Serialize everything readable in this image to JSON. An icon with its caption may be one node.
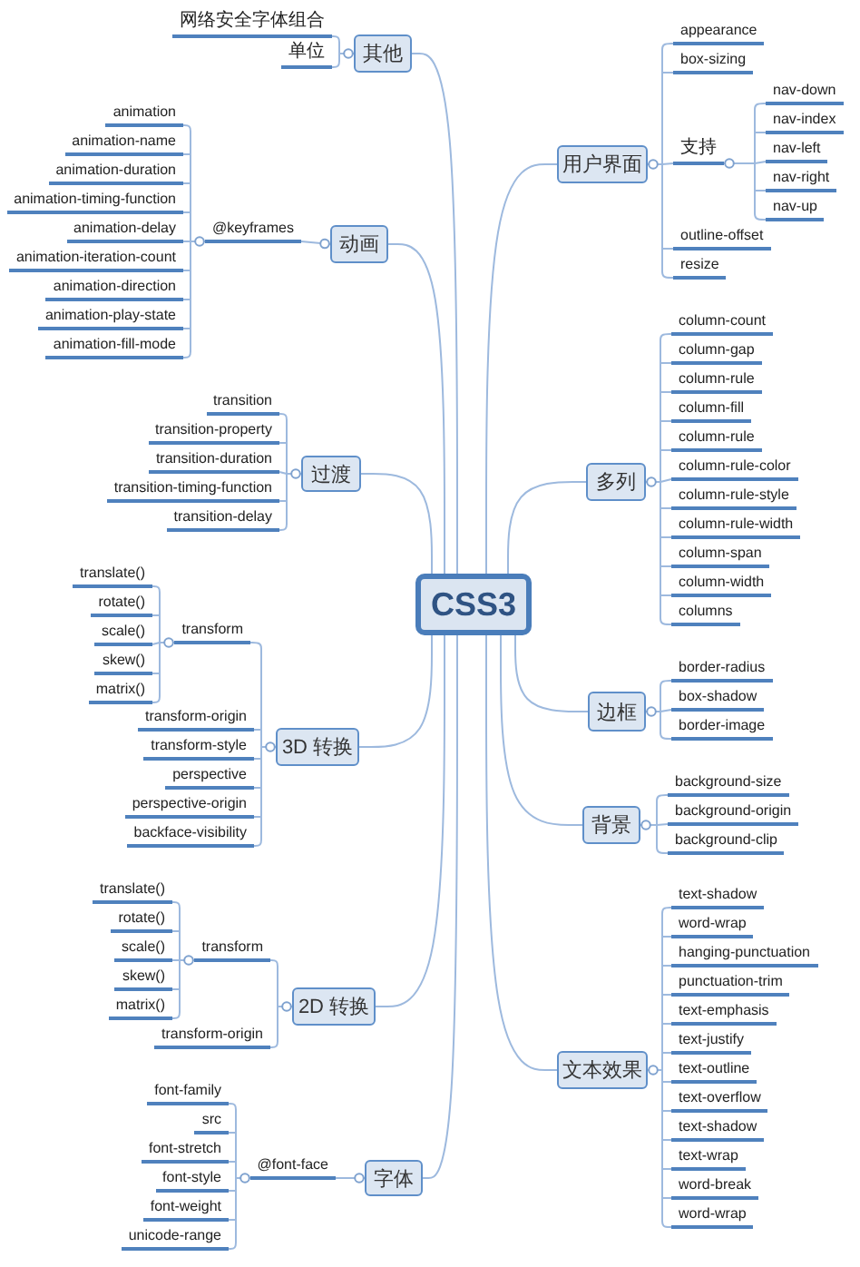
{
  "diagram": {
    "nodes": [
      {
        "text": [
          "CSS3"
        ]
      },
      {
        "text": [
          "用户界面"
        ]
      },
      {
        "text": [
          "appearance"
        ]
      },
      {
        "text": [
          "box-sizing"
        ]
      },
      {
        "text": [
          "支持"
        ]
      },
      {
        "text": [
          "nav-down"
        ]
      },
      {
        "text": [
          "nav-index"
        ]
      },
      {
        "text": [
          "nav-left"
        ]
      },
      {
        "text": [
          "nav-right"
        ]
      },
      {
        "text": [
          "nav-up"
        ]
      },
      {
        "text": [
          "outline-offset"
        ]
      },
      {
        "text": [
          "resize"
        ]
      },
      {
        "text": [
          "多列"
        ]
      },
      {
        "text": [
          "column-count"
        ]
      },
      {
        "text": [
          "column-gap"
        ]
      },
      {
        "text": [
          "column-rule"
        ]
      },
      {
        "text": [
          "column-fill"
        ]
      },
      {
        "text": [
          "column-rule"
        ]
      },
      {
        "text": [
          "column-rule-color"
        ]
      },
      {
        "text": [
          "column-rule-style"
        ]
      },
      {
        "text": [
          "column-rule-width"
        ]
      },
      {
        "text": [
          "column-span"
        ]
      },
      {
        "text": [
          "column-width"
        ]
      },
      {
        "text": [
          "columns"
        ]
      },
      {
        "text": [
          "边框"
        ]
      },
      {
        "text": [
          "border-radius"
        ]
      },
      {
        "text": [
          "box-shadow"
        ]
      },
      {
        "text": [
          "border-image"
        ]
      },
      {
        "text": [
          "背景"
        ]
      },
      {
        "text": [
          "background-size"
        ]
      },
      {
        "text": [
          "background-origin"
        ]
      },
      {
        "text": [
          "background-clip"
        ]
      },
      {
        "text": [
          "文本效果"
        ]
      },
      {
        "text": [
          "text-shadow"
        ]
      },
      {
        "text": [
          "word-wrap"
        ]
      },
      {
        "text": [
          "hanging-punctuation"
        ]
      },
      {
        "text": [
          "punctuation-trim"
        ]
      },
      {
        "text": [
          "text-emphasis"
        ]
      },
      {
        "text": [
          "text-justify"
        ]
      },
      {
        "text": [
          "text-outline"
        ]
      },
      {
        "text": [
          "text-overflow"
        ]
      },
      {
        "text": [
          "text-shadow"
        ]
      },
      {
        "text": [
          "text-wrap"
        ]
      },
      {
        "text": [
          "word-break"
        ]
      },
      {
        "text": [
          "word-wrap"
        ]
      },
      {
        "text": [
          "其他"
        ]
      },
      {
        "text": [
          "网络安全字体组合"
        ]
      },
      {
        "text": [
          "单位"
        ]
      },
      {
        "text": [
          "动画"
        ]
      },
      {
        "text": [
          "@keyframes"
        ]
      },
      {
        "text": [
          "animation"
        ]
      },
      {
        "text": [
          "animation-name"
        ]
      },
      {
        "text": [
          "animation-duration"
        ]
      },
      {
        "text": [
          "animation-timing-function"
        ]
      },
      {
        "text": [
          "animation-delay"
        ]
      },
      {
        "text": [
          "animation-iteration-count"
        ]
      },
      {
        "text": [
          "animation-direction"
        ]
      },
      {
        "text": [
          "animation-play-state"
        ]
      },
      {
        "text": [
          "animation-fill-mode"
        ]
      },
      {
        "text": [
          "过渡"
        ]
      },
      {
        "text": [
          "transition"
        ]
      },
      {
        "text": [
          "transition-property"
        ]
      },
      {
        "text": [
          "transition-duration"
        ]
      },
      {
        "text": [
          "transition-timing-function"
        ]
      },
      {
        "text": [
          "transition-delay"
        ]
      },
      {
        "text": [
          "3D 转换"
        ]
      },
      {
        "text": [
          "transform"
        ]
      },
      {
        "text": [
          "translate()"
        ]
      },
      {
        "text": [
          "rotate()"
        ]
      },
      {
        "text": [
          "scale()"
        ]
      },
      {
        "text": [
          "skew()"
        ]
      },
      {
        "text": [
          "matrix()"
        ]
      },
      {
        "text": [
          "transform-origin"
        ]
      },
      {
        "text": [
          "transform-style"
        ]
      },
      {
        "text": [
          "perspective"
        ]
      },
      {
        "text": [
          "perspective-origin"
        ]
      },
      {
        "text": [
          "backface-visibility"
        ]
      },
      {
        "text": [
          "2D 转换"
        ]
      },
      {
        "text": [
          "transform"
        ]
      },
      {
        "text": [
          "translate()"
        ]
      },
      {
        "text": [
          "rotate()"
        ]
      },
      {
        "text": [
          "scale()"
        ]
      },
      {
        "text": [
          "skew()"
        ]
      },
      {
        "text": [
          "matrix()"
        ]
      },
      {
        "text": [
          "transform-origin"
        ]
      },
      {
        "text": [
          "字体"
        ]
      },
      {
        "text": [
          "@font-face"
        ]
      },
      {
        "text": [
          "font-family"
        ]
      },
      {
        "text": [
          "src"
        ]
      },
      {
        "text": [
          "font-stretch"
        ]
      },
      {
        "text": [
          "font-style"
        ]
      },
      {
        "text": [
          "font-weight"
        ]
      },
      {
        "text": [
          "unicode-range"
        ]
      }
    ],
    "edges": [
      {
        "from": 0,
        "to": 1,
        "arrow": "none"
      },
      {
        "from": 1,
        "to": 2,
        "arrow": "other"
      },
      {
        "from": 1,
        "to": 3,
        "arrow": "other"
      },
      {
        "from": 1,
        "to": 4,
        "arrow": "other"
      },
      {
        "from": 4,
        "to": 5,
        "arrow": "other"
      },
      {
        "from": 4,
        "to": 6,
        "arrow": "other"
      },
      {
        "from": 4,
        "to": 7,
        "arrow": "other"
      },
      {
        "from": 4,
        "to": 8,
        "arrow": "other"
      },
      {
        "from": 4,
        "to": 9,
        "arrow": "other"
      },
      {
        "from": 1,
        "to": 10,
        "arrow": "other"
      },
      {
        "from": 1,
        "to": 11,
        "arrow": "other"
      },
      {
        "from": 0,
        "to": 12,
        "arrow": "none"
      },
      {
        "from": 12,
        "to": 13,
        "arrow": "other"
      },
      {
        "from": 12,
        "to": 14,
        "arrow": "other"
      },
      {
        "from": 12,
        "to": 15,
        "arrow": "other"
      },
      {
        "from": 12,
        "to": 16,
        "arrow": "other"
      },
      {
        "from": 12,
        "to": 17,
        "arrow": "other"
      },
      {
        "from": 12,
        "to": 18,
        "arrow": "other"
      },
      {
        "from": 12,
        "to": 19,
        "arrow": "other"
      },
      {
        "from": 12,
        "to": 20,
        "arrow": "other"
      },
      {
        "from": 12,
        "to": 21,
        "arrow": "other"
      },
      {
        "from": 12,
        "to": 22,
        "arrow": "other"
      },
      {
        "from": 12,
        "to": 23,
        "arrow": "other"
      },
      {
        "from": 0,
        "to": 24,
        "arrow": "none"
      },
      {
        "from": 24,
        "to": 25,
        "arrow": "other"
      },
      {
        "from": 24,
        "to": 26,
        "arrow": "other"
      },
      {
        "from": 24,
        "to": 27,
        "arrow": "other"
      },
      {
        "from": 0,
        "to": 28,
        "arrow": "none"
      },
      {
        "from": 28,
        "to": 29,
        "arrow": "other"
      },
      {
        "from": 28,
        "to": 30,
        "arrow": "other"
      },
      {
        "from": 28,
        "to": 31,
        "arrow": "other"
      },
      {
        "from": 0,
        "to": 32,
        "arrow": "none"
      },
      {
        "from": 32,
        "to": 33,
        "arrow": "other"
      },
      {
        "from": 32,
        "to": 34,
        "arrow": "other"
      },
      {
        "from": 32,
        "to": 35,
        "arrow": "other"
      },
      {
        "from": 32,
        "to": 36,
        "arrow": "other"
      },
      {
        "from": 32,
        "to": 37,
        "arrow": "other"
      },
      {
        "from": 32,
        "to": 38,
        "arrow": "other"
      },
      {
        "from": 32,
        "to": 39,
        "arrow": "other"
      },
      {
        "from": 32,
        "to": 40,
        "arrow": "other"
      },
      {
        "from": 32,
        "to": 41,
        "arrow": "other"
      },
      {
        "from": 32,
        "to": 42,
        "arrow": "other"
      },
      {
        "from": 32,
        "to": 43,
        "arrow": "other"
      },
      {
        "from": 32,
        "to": 44,
        "arrow": "other"
      },
      {
        "from": 0,
        "to": 45,
        "arrow": "none"
      },
      {
        "from": 45,
        "to": 46,
        "arrow": "other"
      },
      {
        "from": 45,
        "to": 47,
        "arrow": "other"
      },
      {
        "from": 0,
        "to": 48,
        "arrow": "none"
      },
      {
        "from": 48,
        "to": 49,
        "arrow": "other"
      },
      {
        "from": 49,
        "to": 50,
        "arrow": "other"
      },
      {
        "from": 49,
        "to": 51,
        "arrow": "other"
      },
      {
        "from": 49,
        "to": 52,
        "arrow": "other"
      },
      {
        "from": 49,
        "to": 53,
        "arrow": "other"
      },
      {
        "from": 49,
        "to": 54,
        "arrow": "other"
      },
      {
        "from": 49,
        "to": 55,
        "arrow": "other"
      },
      {
        "from": 49,
        "to": 56,
        "arrow": "other"
      },
      {
        "from": 49,
        "to": 57,
        "arrow": "other"
      },
      {
        "from": 49,
        "to": 58,
        "arrow": "other"
      },
      {
        "from": 0,
        "to": 59,
        "arrow": "none"
      },
      {
        "from": 59,
        "to": 60,
        "arrow": "other"
      },
      {
        "from": 59,
        "to": 61,
        "arrow": "other"
      },
      {
        "from": 59,
        "to": 62,
        "arrow": "other"
      },
      {
        "from": 59,
        "to": 63,
        "arrow": "other"
      },
      {
        "from": 59,
        "to": 64,
        "arrow": "other"
      },
      {
        "from": 0,
        "to": 65,
        "arrow": "none"
      },
      {
        "from": 65,
        "to": 66,
        "arrow": "other"
      },
      {
        "from": 66,
        "to": 67,
        "arrow": "other"
      },
      {
        "from": 66,
        "to": 68,
        "arrow": "other"
      },
      {
        "from": 66,
        "to": 69,
        "arrow": "other"
      },
      {
        "from": 66,
        "to": 70,
        "arrow": "other"
      },
      {
        "from": 66,
        "to": 71,
        "arrow": "other"
      },
      {
        "from": 65,
        "to": 72,
        "arrow": "other"
      },
      {
        "from": 65,
        "to": 73,
        "arrow": "other"
      },
      {
        "from": 65,
        "to": 74,
        "arrow": "other"
      },
      {
        "from": 65,
        "to": 75,
        "arrow": "other"
      },
      {
        "from": 65,
        "to": 76,
        "arrow": "other"
      },
      {
        "from": 0,
        "to": 77,
        "arrow": "none"
      },
      {
        "from": 77,
        "to": 78,
        "arrow": "other"
      },
      {
        "from": 78,
        "to": 79,
        "arrow": "other"
      },
      {
        "from": 78,
        "to": 80,
        "arrow": "other"
      },
      {
        "from": 78,
        "to": 81,
        "arrow": "other"
      },
      {
        "from": 78,
        "to": 82,
        "arrow": "other"
      },
      {
        "from": 78,
        "to": 83,
        "arrow": "other"
      },
      {
        "from": 77,
        "to": 84,
        "arrow": "other"
      },
      {
        "from": 0,
        "to": 85,
        "arrow": "none"
      },
      {
        "from": 85,
        "to": 86,
        "arrow": "other"
      },
      {
        "from": 86,
        "to": 87,
        "arrow": "other"
      },
      {
        "from": 86,
        "to": 88,
        "arrow": "other"
      },
      {
        "from": 86,
        "to": 89,
        "arrow": "other"
      },
      {
        "from": 86,
        "to": 90,
        "arrow": "other"
      },
      {
        "from": 86,
        "to": 91,
        "arrow": "other"
      },
      {
        "from": 86,
        "to": 92,
        "arrow": "other"
      }
    ]
  }
}
